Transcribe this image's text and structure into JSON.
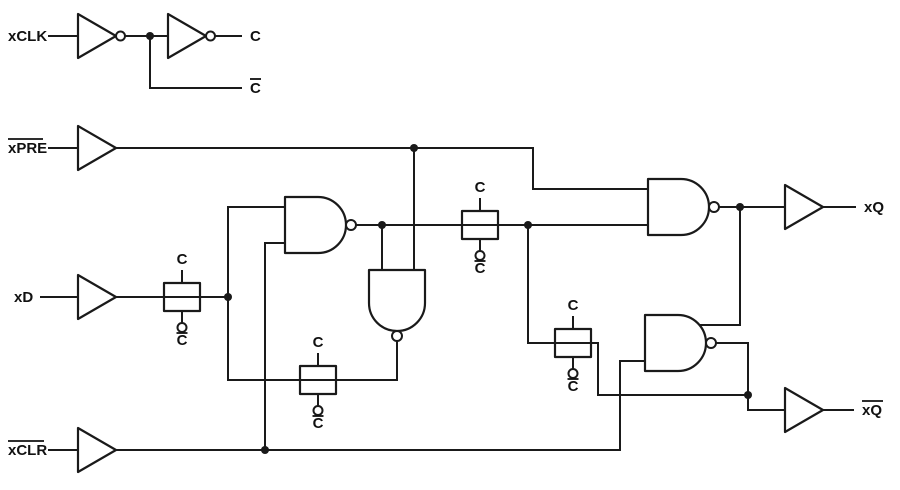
{
  "colors": {
    "line": "#1a1a1a",
    "text": "#111111",
    "background": "#ffffff"
  },
  "labels": {
    "clk_input": "xCLK",
    "pre_input": "xPRE",
    "d_input": "xD",
    "clr_input": "xCLR",
    "q_output": "xQ",
    "qbar_output": "xQ",
    "clock_true": "C",
    "clock_complement": "C"
  }
}
